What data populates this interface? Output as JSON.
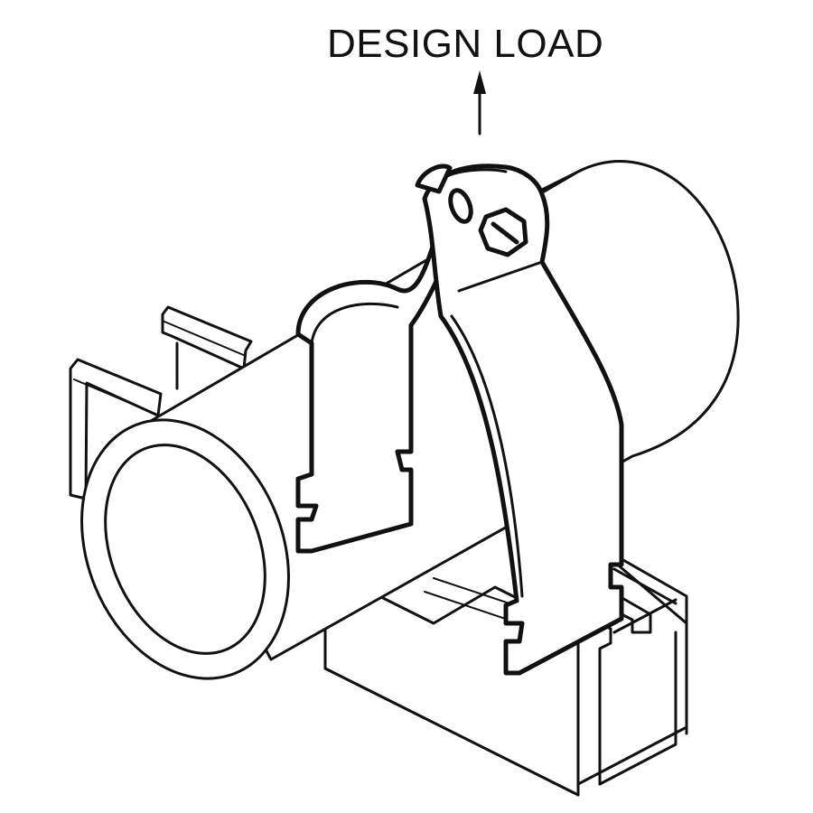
{
  "diagram": {
    "label": "DESIGN LOAD",
    "arrow_direction": "up",
    "components": [
      "pipe",
      "pipe-clamp",
      "clamp-bolt",
      "strut-channel"
    ],
    "colors": {
      "line": "#111111",
      "background": "#ffffff"
    }
  }
}
